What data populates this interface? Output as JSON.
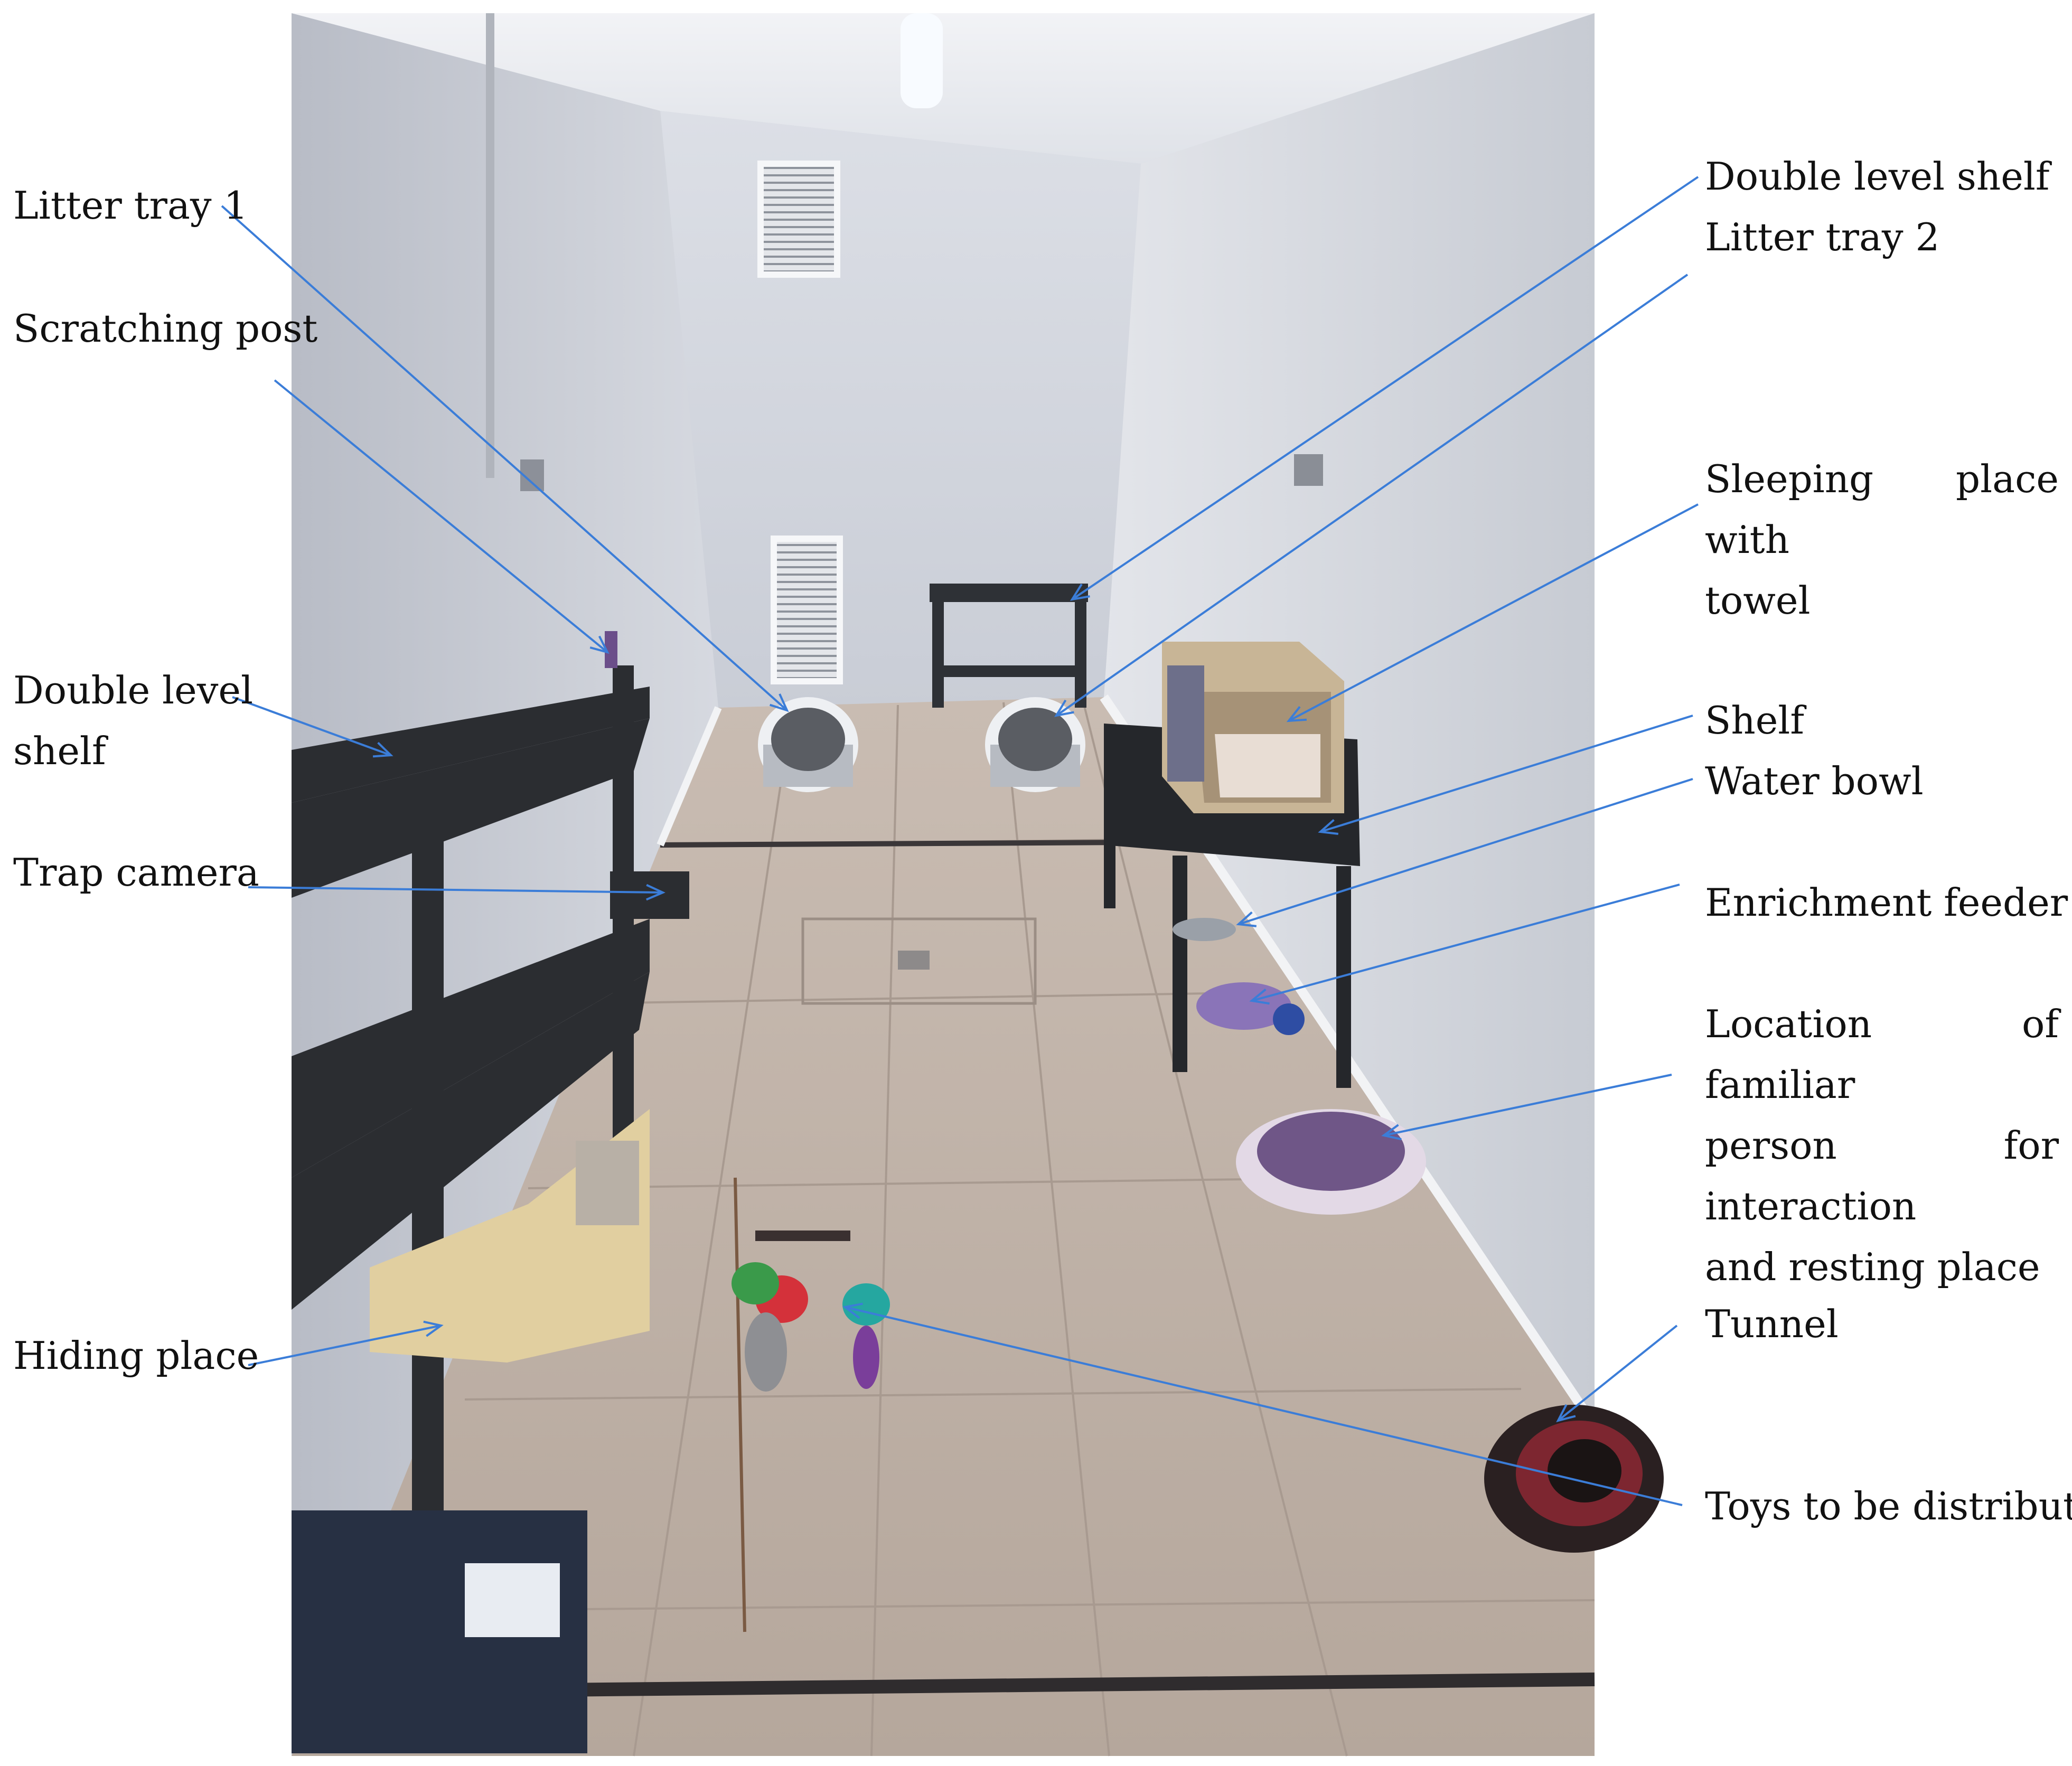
{
  "figure": {
    "line_color": "#3b7dd8",
    "labels": {
      "litter_tray_1": "Litter tray 1",
      "scratching_post": "Scratching post",
      "double_level_shelf_left_1": "Double level",
      "double_level_shelf_left_2": "shelf",
      "trap_camera": "Trap camera",
      "hiding_place": "Hiding place",
      "double_level_shelf_right": "Double level shelf",
      "litter_tray_2": "Litter tray 2",
      "sleeping_place_1": "Sleeping place with",
      "sleeping_place_2": "towel",
      "shelf": "Shelf",
      "water_bowl": "Water bowl",
      "enrichment_feeder": "Enrichment feeder",
      "familiar_person_1": "Location of familiar",
      "familiar_person_2": "person for interaction",
      "familiar_person_3": "and resting place",
      "tunnel": "Tunnel",
      "toys": "Toys to be distributed"
    }
  }
}
